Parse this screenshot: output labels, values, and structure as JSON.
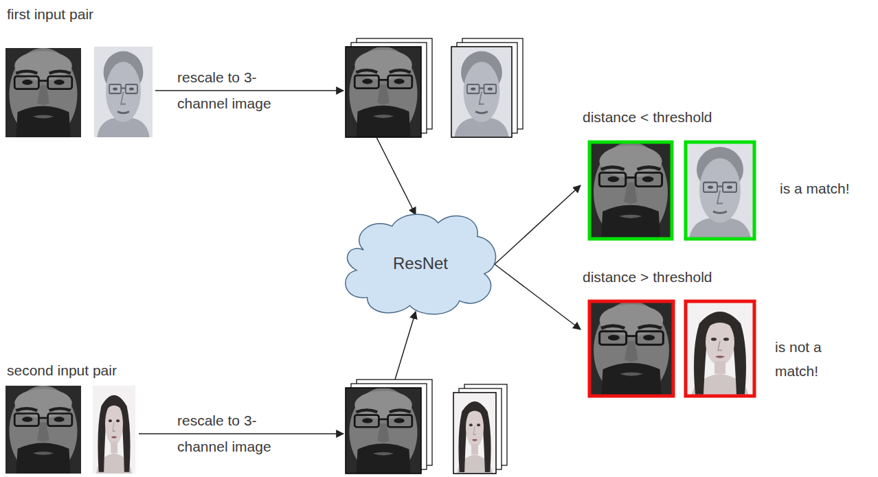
{
  "diagram": {
    "nodes": [
      {
        "text": [
          "first input pair"
        ]
      },
      {
        "text": [
          "ResNet"
        ]
      },
      {
        "text": [
          "second input pair"
        ]
      },
      {
        "text": [
          "distance < threshold",
          "is a match!"
        ]
      },
      {
        "text": [
          "distance > threshold",
          "is not a match!"
        ]
      }
    ],
    "edges": [
      {
        "from": 0,
        "to": 1,
        "arrow": "to"
      },
      {
        "from": 2,
        "to": 1,
        "arrow": "to"
      },
      {
        "from": 1,
        "to": 3,
        "arrow": "to"
      },
      {
        "from": 1,
        "to": 4,
        "arrow": "to"
      }
    ],
    "labels": [
      "rescale to 3-channel image",
      "rescale to 3-channel image"
    ]
  }
}
